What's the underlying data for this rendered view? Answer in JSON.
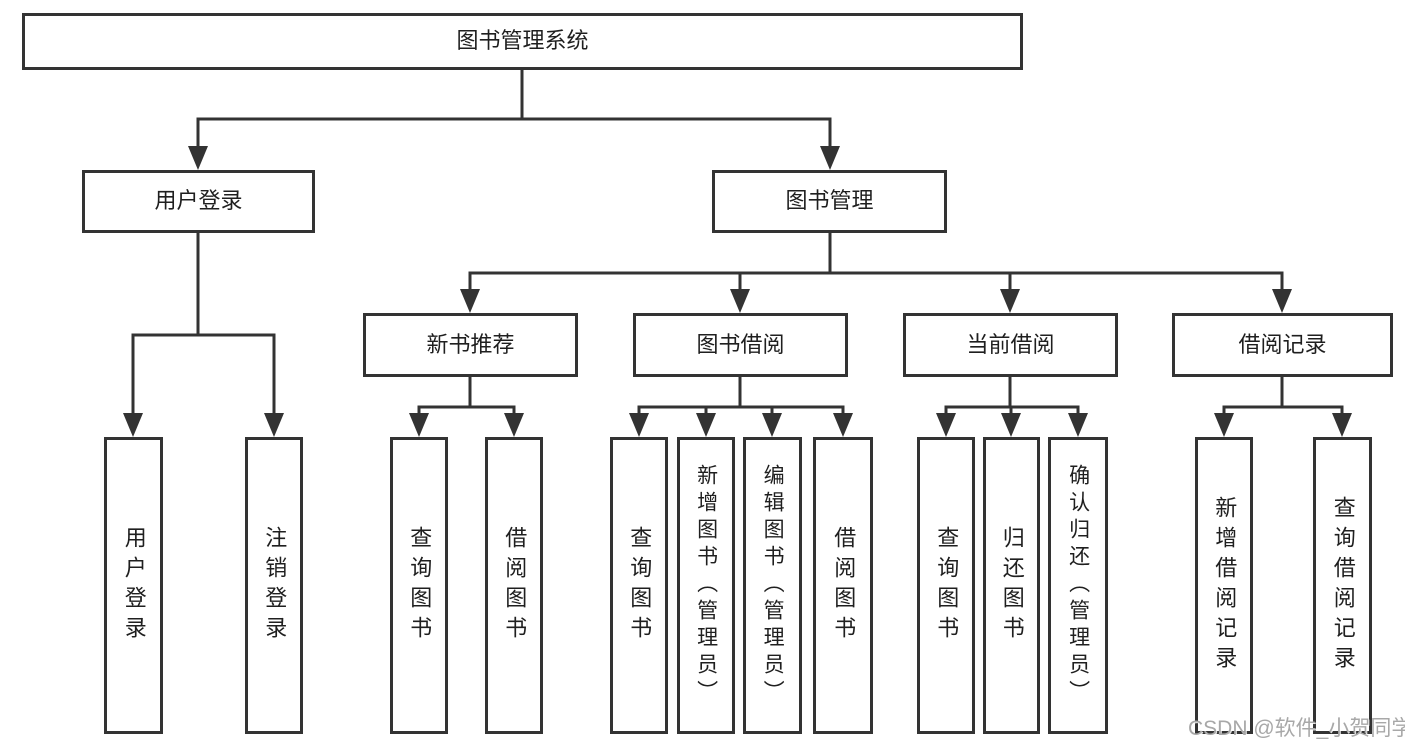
{
  "diagram": {
    "root": {
      "label": "图书管理系统"
    },
    "branches": [
      {
        "label": "用户登录",
        "children": [
          {
            "label": "用户登录"
          },
          {
            "label": "注销登录"
          }
        ]
      },
      {
        "label": "图书管理",
        "children": [
          {
            "label": "新书推荐",
            "children": [
              {
                "label": "查询图书"
              },
              {
                "label": "借阅图书"
              }
            ]
          },
          {
            "label": "图书借阅",
            "children": [
              {
                "label": "查询图书"
              },
              {
                "label": "新增图书（管理员）"
              },
              {
                "label": "编辑图书（管理员）"
              },
              {
                "label": "借阅图书"
              }
            ]
          },
          {
            "label": "当前借阅",
            "children": [
              {
                "label": "查询图书"
              },
              {
                "label": "归还图书"
              },
              {
                "label": "确认归还（管理员）"
              }
            ]
          },
          {
            "label": "借阅记录",
            "children": [
              {
                "label": "新增借阅记录"
              },
              {
                "label": "查询借阅记录"
              }
            ]
          }
        ]
      }
    ]
  },
  "watermark": {
    "text": "CSDN @软件_小贺同学"
  },
  "colors": {
    "line": "#333333",
    "text": "#1f1f1f",
    "background": "#ffffff",
    "watermark": "#a8a8a8"
  }
}
